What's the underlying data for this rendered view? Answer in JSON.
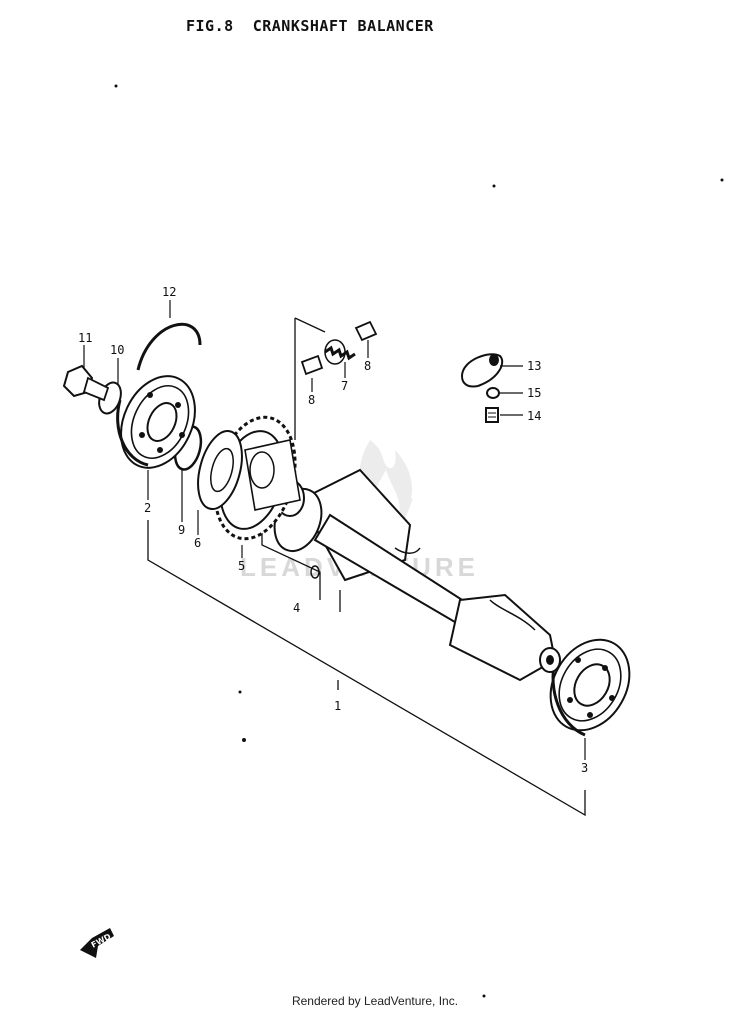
{
  "title": "FIG.8  CRANKSHAFT BALANCER",
  "footer": "Rendered by LeadVenture, Inc.",
  "watermark": "LEADVENTURE",
  "fwd_label": "FWD",
  "callouts": [
    "1",
    "2",
    "3",
    "4",
    "5",
    "6",
    "7",
    "8",
    "8",
    "9",
    "10",
    "11",
    "12",
    "13",
    "14",
    "15"
  ],
  "colors": {
    "ink": "#111111",
    "background": "#ffffff",
    "watermark": "#d8d8d8"
  },
  "icons": [
    "forward-arrow-icon",
    "leadventure-flame-logo"
  ]
}
